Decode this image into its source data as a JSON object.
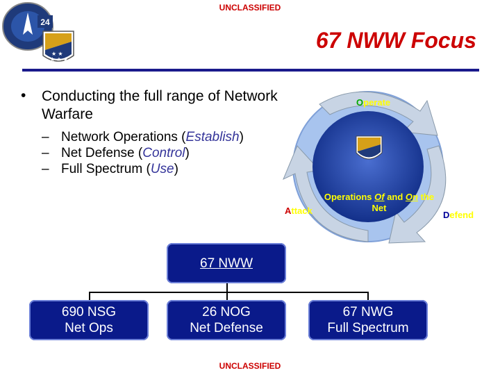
{
  "classification_top": "UNCLASSIFIED",
  "classification_bottom": "UNCLASSIFIED",
  "title": "67 NWW Focus",
  "logos": [
    {
      "name": "space-command-logo",
      "text": "24"
    },
    {
      "name": "wing-logo"
    }
  ],
  "bullet": {
    "text": "Conducting the full range of Network Warfare",
    "subs": [
      {
        "pre": "Network Operations (",
        "it": "Establish",
        "post": ")"
      },
      {
        "pre": "Net Defense (",
        "it": "Control",
        "post": ")"
      },
      {
        "pre": "Full Spectrum (",
        "it": "Use",
        "post": ")"
      }
    ]
  },
  "cycle": {
    "operate": {
      "first": "O",
      "rest": "perate"
    },
    "attack": {
      "first": "A",
      "rest": "ttack"
    },
    "defend": {
      "first": "D",
      "rest": "efend"
    },
    "center_pre": "Operations ",
    "center_of": "Of",
    "center_mid": " and ",
    "center_on": "On",
    "center_post": " the Net"
  },
  "org": {
    "top": "67 NWW",
    "units": [
      {
        "line1": "690 NSG",
        "line2": "Net Ops"
      },
      {
        "line1": "26 NOG",
        "line2": "Net Defense"
      },
      {
        "line1": "67 NWG",
        "line2": "Full Spectrum"
      }
    ]
  },
  "colors": {
    "classification": "#cc0000",
    "rule": "#1a1a8c",
    "box": "#0a1a8a",
    "center_text": "#ffff00"
  }
}
